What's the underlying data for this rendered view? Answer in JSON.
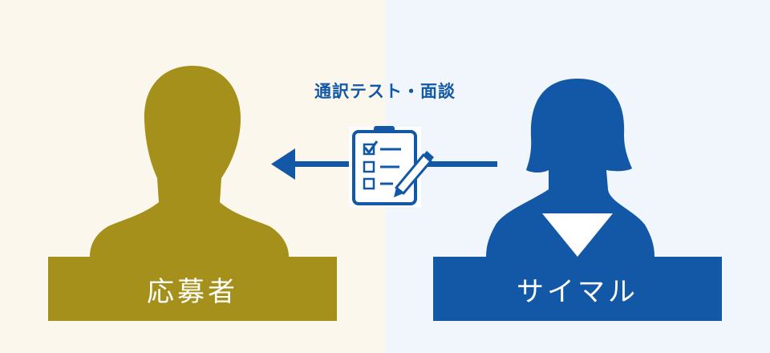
{
  "caption": "通訳テスト・面談",
  "left": {
    "label": "応募者",
    "color": "#a4901a"
  },
  "right": {
    "label": "サイマル",
    "color": "#1258a6"
  },
  "arrow": {
    "direction": "right-to-left",
    "color": "#1258a6"
  },
  "icon": "clipboard-checklist-pen-icon"
}
